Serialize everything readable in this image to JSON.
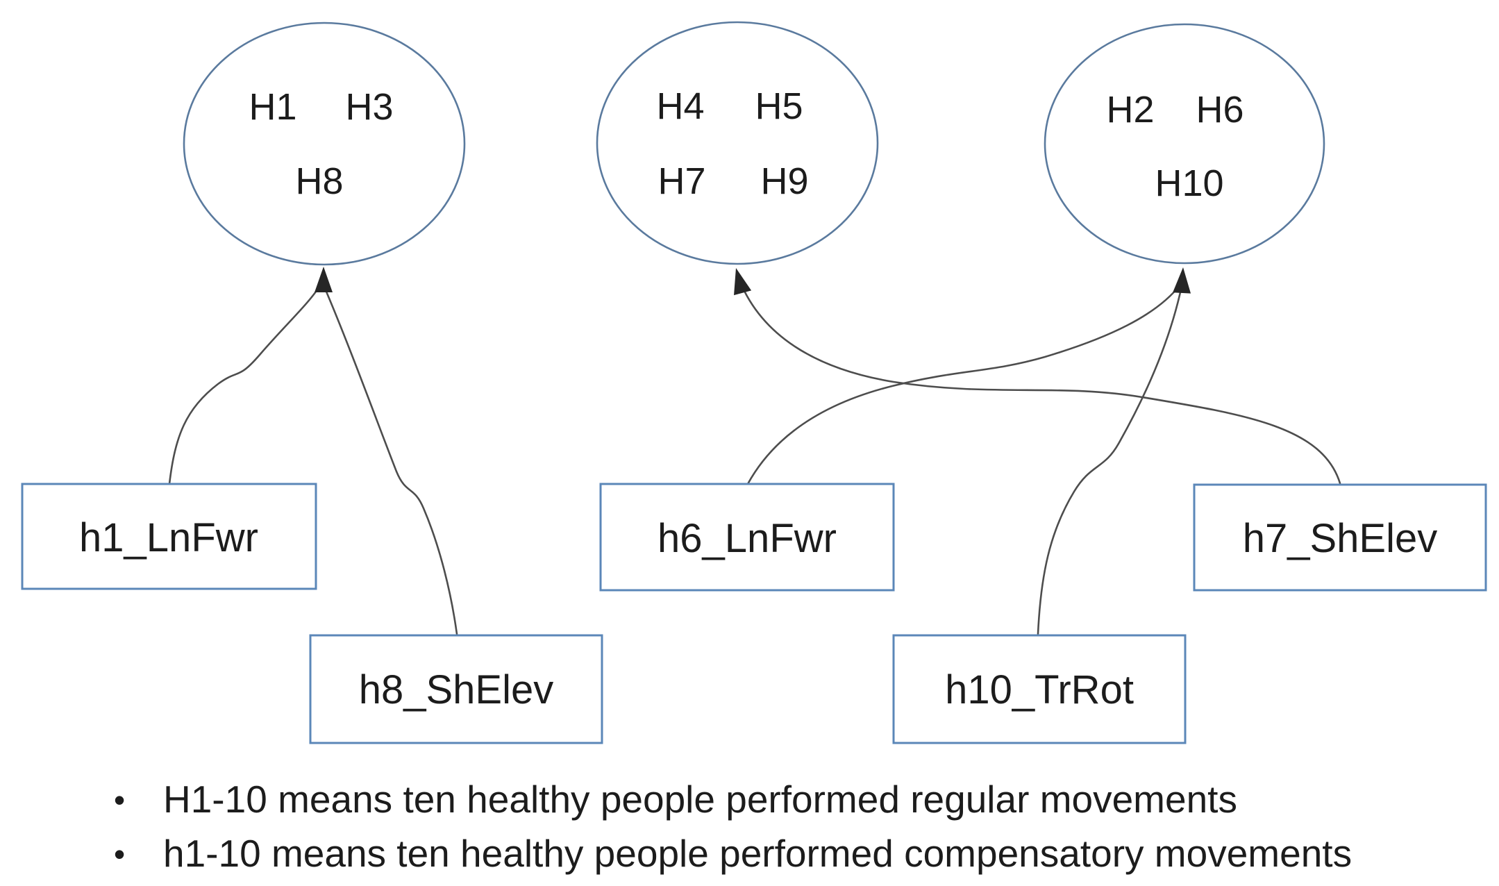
{
  "figure": {
    "description": "Cluster diagram: three ellipses of healthy subjects (regular movements) with arrows from compensatory-movement boxes"
  },
  "circles": [
    {
      "name": "cluster-1",
      "rows": [
        [
          "H1",
          "H3"
        ],
        [
          "H8"
        ]
      ]
    },
    {
      "name": "cluster-2",
      "rows": [
        [
          "H4",
          "H5"
        ],
        [
          "H7",
          "H9"
        ]
      ]
    },
    {
      "name": "cluster-3",
      "rows": [
        [
          "H2",
          "H6"
        ],
        [
          "H10"
        ]
      ]
    }
  ],
  "boxes": [
    {
      "id": "h1",
      "label": "h1_LnFwr"
    },
    {
      "id": "h8",
      "label": "h8_ShElev"
    },
    {
      "id": "h6",
      "label": "h6_LnFwr"
    },
    {
      "id": "h10",
      "label": "h10_TrRot"
    },
    {
      "id": "h7",
      "label": "h7_ShElev"
    }
  ],
  "edges": [
    {
      "from": "h1_LnFwr",
      "to": "cluster-1"
    },
    {
      "from": "h8_ShElev",
      "to": "cluster-1"
    },
    {
      "from": "h6_LnFwr",
      "to": "cluster-3"
    },
    {
      "from": "h7_ShElev",
      "to": "cluster-2",
      "direction": "cluster-2 arrow points from h7_ShElev"
    },
    {
      "from": "h10_TrRot",
      "to": "cluster-3"
    }
  ],
  "notes": [
    {
      "bullet": "•",
      "text": "H1-10 means ten healthy people performed regular movements"
    },
    {
      "bullet": "•",
      "text": "h1-10 means ten healthy people performed compensatory movements"
    }
  ],
  "colors": {
    "background": "#ffffff",
    "shape_outline": "#5a7a9e",
    "box_outline": "#5b87b8",
    "connector": "#4d4d4d",
    "arrow": "#262626",
    "text": "#1c1c1c"
  }
}
